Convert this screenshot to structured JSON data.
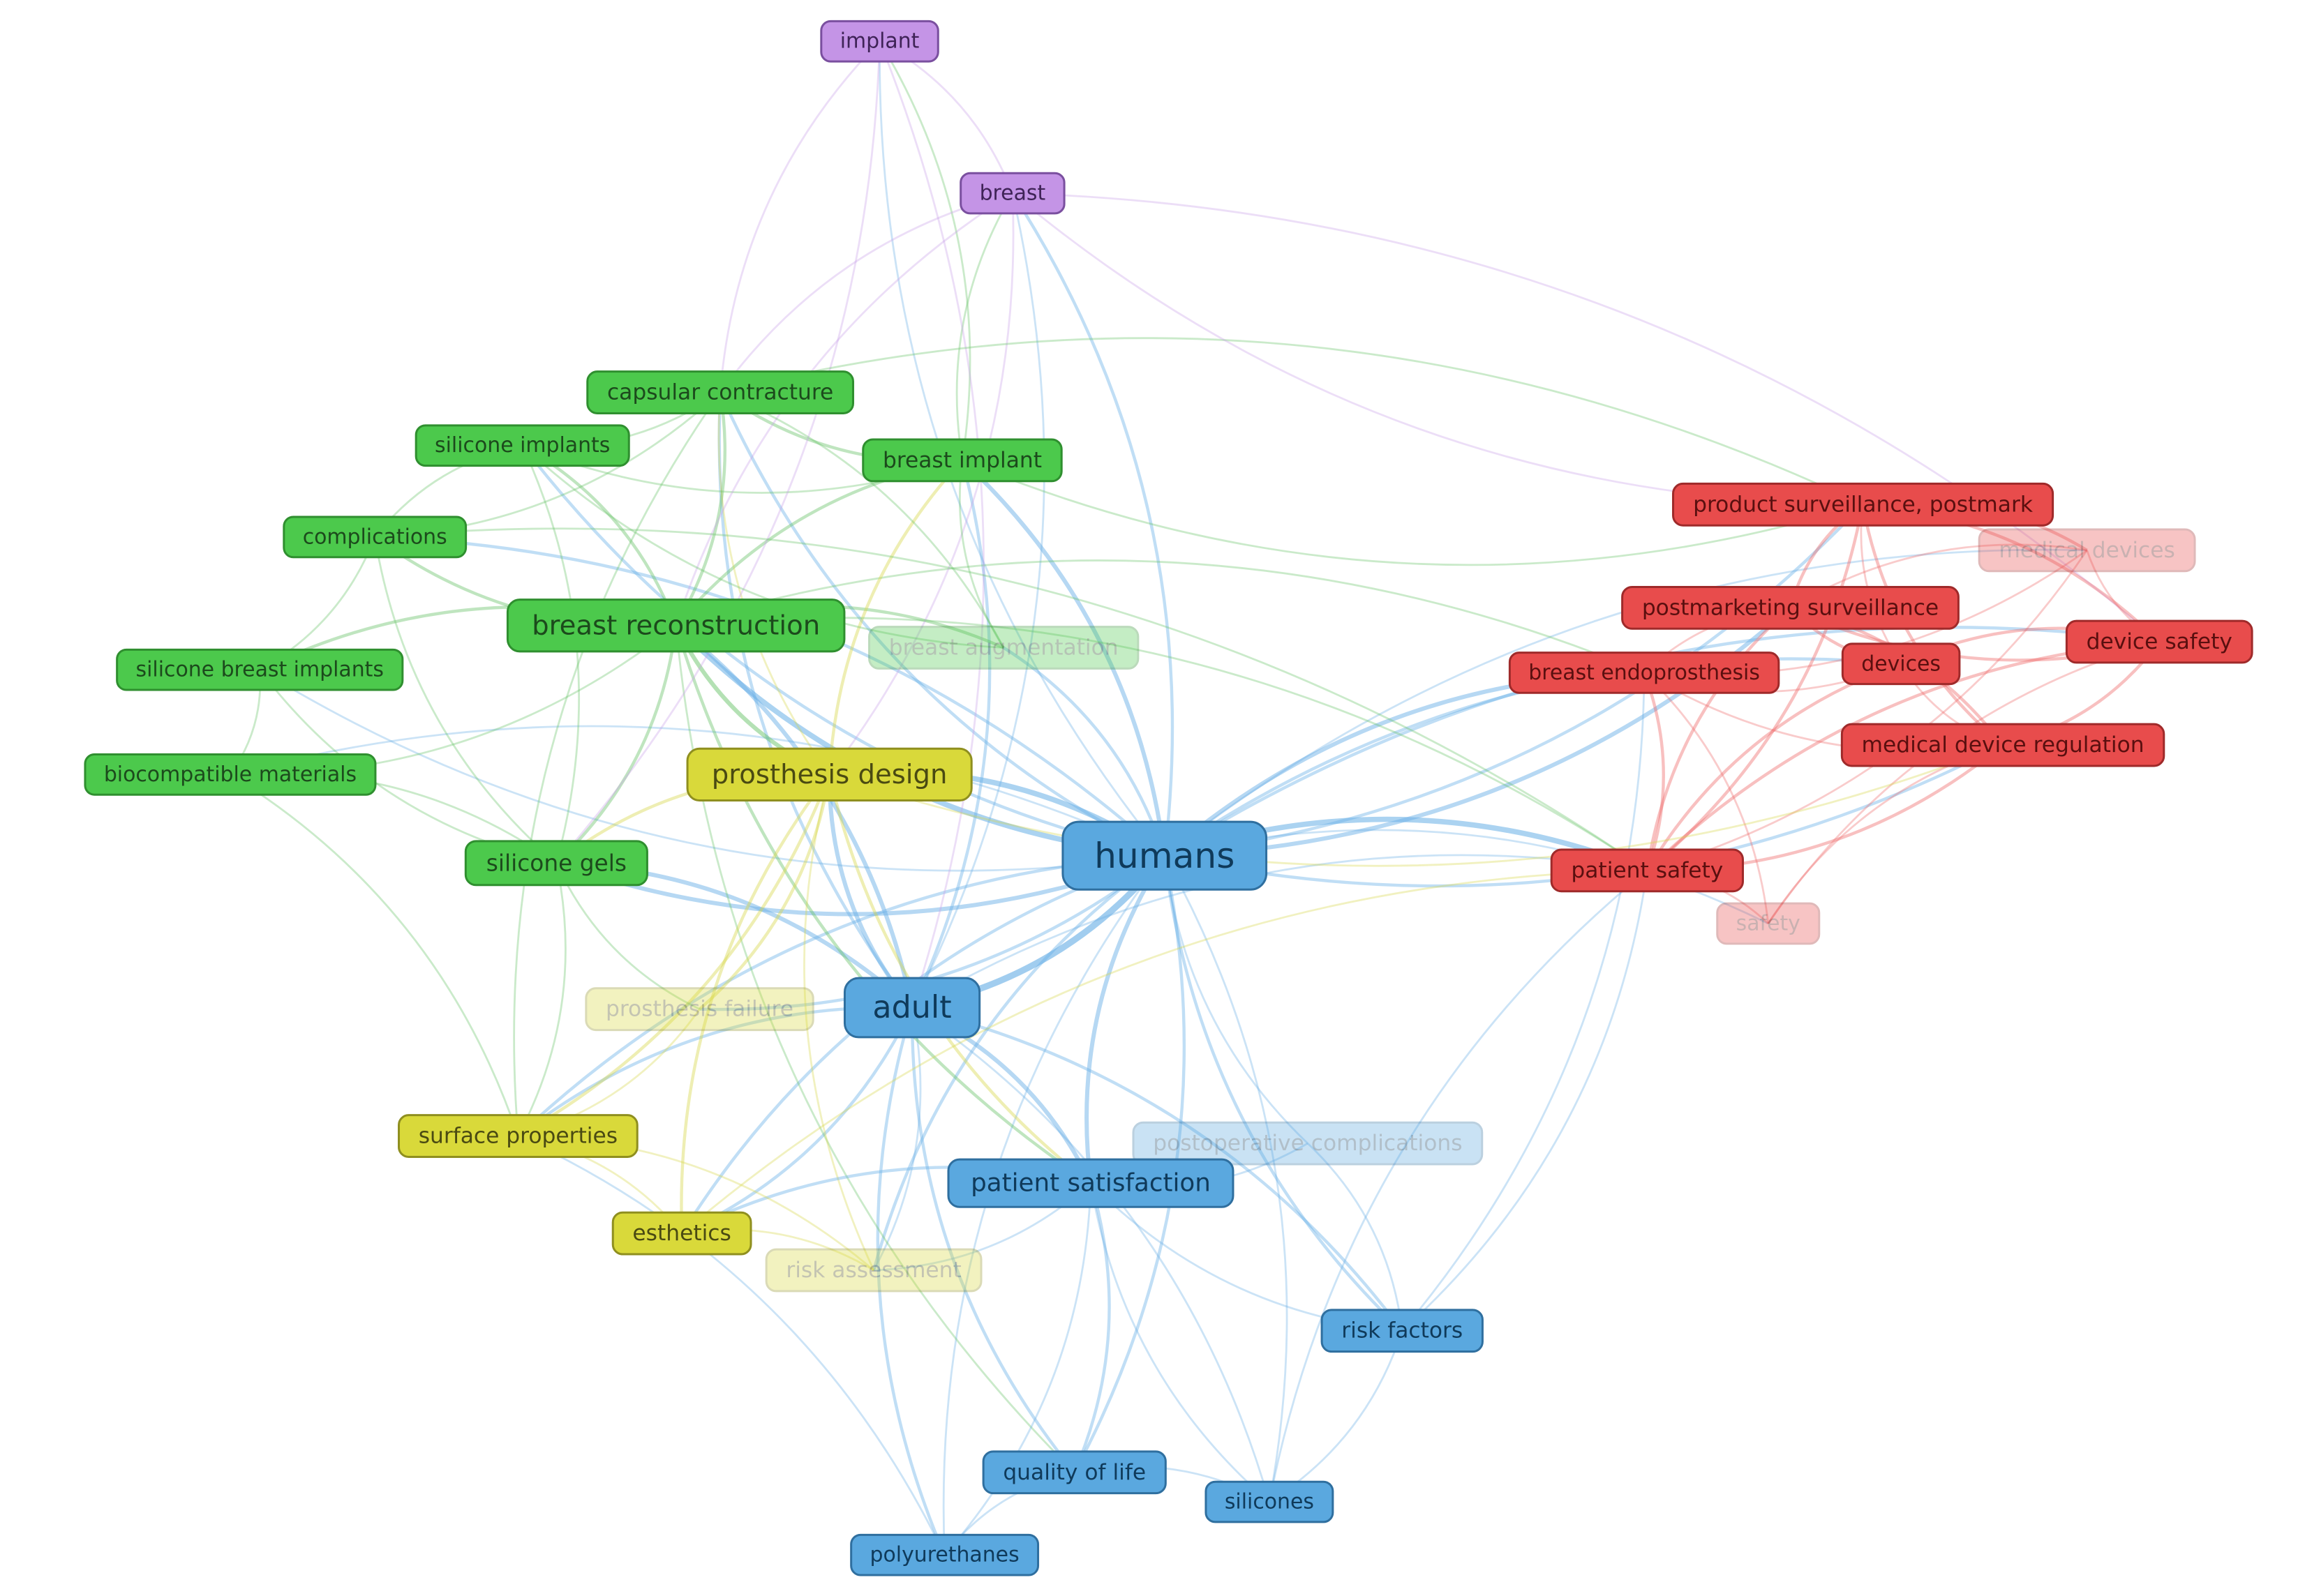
{
  "clusters": {
    "green": {
      "fill": "#4cc94c",
      "stroke": "#2f8f2f",
      "text": "#1c4a1c",
      "edge": "#66c266"
    },
    "yellow": {
      "fill": "#d9d93a",
      "stroke": "#8f8f1f",
      "text": "#4a4a12",
      "edge": "#d6d64a"
    },
    "blue": {
      "fill": "#5aa8df",
      "stroke": "#2f6f9f",
      "text": "#0f3a5a",
      "edge": "#6ab0e6"
    },
    "red": {
      "fill": "#e84c4c",
      "stroke": "#9f2a2a",
      "text": "#5a0f0f",
      "edge": "#ee6a6a"
    },
    "purple": {
      "fill": "#c494e6",
      "stroke": "#7a4f9f",
      "text": "#3f2357",
      "edge": "#c8a0e8"
    }
  },
  "nodes": [
    {
      "id": "implant",
      "label": "implant",
      "cluster": "purple",
      "weight": 0.3
    },
    {
      "id": "breast",
      "label": "breast",
      "cluster": "purple",
      "weight": 0.3
    },
    {
      "id": "capsular-contracture",
      "label": "capsular contracture",
      "cluster": "green",
      "weight": 0.35
    },
    {
      "id": "silicone-implants",
      "label": "silicone implants",
      "cluster": "green",
      "weight": 0.3
    },
    {
      "id": "breast-implant",
      "label": "breast implant",
      "cluster": "green",
      "weight": 0.35
    },
    {
      "id": "complications",
      "label": "complications",
      "cluster": "green",
      "weight": 0.3
    },
    {
      "id": "breast-reconstruction",
      "label": "breast reconstruction",
      "cluster": "green",
      "weight": 0.6
    },
    {
      "id": "breast-augmentation",
      "label": "breast augmentation",
      "cluster": "green",
      "weight": 0.35,
      "faded": true
    },
    {
      "id": "silicone-breast-implants",
      "label": "silicone breast implants",
      "cluster": "green",
      "weight": 0.3
    },
    {
      "id": "biocompatible-materials",
      "label": "biocompatible materials",
      "cluster": "green",
      "weight": 0.3
    },
    {
      "id": "silicone-gels",
      "label": "silicone gels",
      "cluster": "green",
      "weight": 0.4
    },
    {
      "id": "prosthesis-design",
      "label": "prosthesis design",
      "cluster": "yellow",
      "weight": 0.6
    },
    {
      "id": "prosthesis-failure",
      "label": "prosthesis failure",
      "cluster": "yellow",
      "weight": 0.35,
      "faded": true
    },
    {
      "id": "surface-properties",
      "label": "surface properties",
      "cluster": "yellow",
      "weight": 0.35
    },
    {
      "id": "esthetics",
      "label": "esthetics",
      "cluster": "yellow",
      "weight": 0.35
    },
    {
      "id": "risk-assessment",
      "label": "risk assessment",
      "cluster": "yellow",
      "weight": 0.35,
      "faded": true
    },
    {
      "id": "humans",
      "label": "humans",
      "cluster": "blue",
      "weight": 1.0
    },
    {
      "id": "adult",
      "label": "adult",
      "cluster": "blue",
      "weight": 0.8
    },
    {
      "id": "postoperative-complications",
      "label": "postoperative complications",
      "cluster": "blue",
      "weight": 0.35,
      "faded": true
    },
    {
      "id": "patient-satisfaction",
      "label": "patient satisfaction",
      "cluster": "blue",
      "weight": 0.5
    },
    {
      "id": "risk-factors",
      "label": "risk factors",
      "cluster": "blue",
      "weight": 0.35
    },
    {
      "id": "quality-of-life",
      "label": "quality of life",
      "cluster": "blue",
      "weight": 0.35
    },
    {
      "id": "silicones",
      "label": "silicones",
      "cluster": "blue",
      "weight": 0.3
    },
    {
      "id": "polyurethanes",
      "label": "polyurethanes",
      "cluster": "blue",
      "weight": 0.3
    },
    {
      "id": "product-surveillance-postmarketing",
      "label": "product surveillance, postmark",
      "cluster": "red",
      "weight": 0.35
    },
    {
      "id": "medical-devices",
      "label": "medical devices",
      "cluster": "red",
      "weight": 0.35,
      "faded": true
    },
    {
      "id": "postmarketing-surveillance",
      "label": "postmarketing surveillance",
      "cluster": "red",
      "weight": 0.35
    },
    {
      "id": "device-safety",
      "label": "device safety",
      "cluster": "red",
      "weight": 0.35
    },
    {
      "id": "breast-endoprosthesis",
      "label": "breast endoprosthesis",
      "cluster": "red",
      "weight": 0.3
    },
    {
      "id": "devices",
      "label": "devices",
      "cluster": "red",
      "weight": 0.3
    },
    {
      "id": "medical-device-regulation",
      "label": "medical device regulation",
      "cluster": "red",
      "weight": 0.35
    },
    {
      "id": "patient-safety",
      "label": "patient safety",
      "cluster": "red",
      "weight": 0.35
    },
    {
      "id": "safety",
      "label": "safety",
      "cluster": "red",
      "weight": 0.3,
      "faded": true
    }
  ],
  "edges": [
    [
      "humans",
      "adult",
      5
    ],
    [
      "humans",
      "prosthesis-design",
      4
    ],
    [
      "humans",
      "breast-reconstruction",
      4
    ],
    [
      "humans",
      "patient-satisfaction",
      3
    ],
    [
      "humans",
      "silicone-gels",
      3
    ],
    [
      "humans",
      "breast-implant",
      3
    ],
    [
      "humans",
      "patient-safety",
      4
    ],
    [
      "humans",
      "postmarketing-surveillance",
      3
    ],
    [
      "humans",
      "breast-endoprosthesis",
      3
    ],
    [
      "humans",
      "product-surveillance-postmarketing",
      2
    ],
    [
      "humans",
      "devices",
      2
    ],
    [
      "humans",
      "medical-device-regulation",
      2
    ],
    [
      "humans",
      "device-safety",
      2
    ],
    [
      "humans",
      "risk-factors",
      2
    ],
    [
      "humans",
      "quality-of-life",
      2
    ],
    [
      "humans",
      "esthetics",
      2
    ],
    [
      "humans",
      "capsular-contracture",
      2
    ],
    [
      "humans",
      "breast",
      2
    ],
    [
      "humans",
      "implant",
      1
    ],
    [
      "humans",
      "complications",
      2
    ],
    [
      "humans",
      "silicone-implants",
      2
    ],
    [
      "humans",
      "surface-properties",
      2
    ],
    [
      "humans",
      "safety",
      1
    ],
    [
      "humans",
      "polyurethanes",
      1
    ],
    [
      "humans",
      "silicones",
      1
    ],
    [
      "humans",
      "breast-augmentation",
      2
    ],
    [
      "humans",
      "prosthesis-failure",
      2
    ],
    [
      "humans",
      "risk-assessment",
      2
    ],
    [
      "humans",
      "silicone-breast-implants",
      1
    ],
    [
      "humans",
      "biocompatible-materials",
      1
    ],
    [
      "humans",
      "medical-devices",
      1
    ],
    [
      "humans",
      "postoperative-complications",
      1
    ],
    [
      "adult",
      "prosthesis-design",
      3
    ],
    [
      "adult",
      "breast-reconstruction",
      3
    ],
    [
      "adult",
      "patient-satisfaction",
      3
    ],
    [
      "adult",
      "silicone-gels",
      3
    ],
    [
      "adult",
      "esthetics",
      2
    ],
    [
      "adult",
      "quality-of-life",
      2
    ],
    [
      "adult",
      "risk-factors",
      2
    ],
    [
      "adult",
      "polyurethanes",
      2
    ],
    [
      "adult",
      "silicones",
      1
    ],
    [
      "adult",
      "breast-implant",
      2
    ],
    [
      "adult",
      "capsular-contracture",
      2
    ],
    [
      "adult",
      "surface-properties",
      2
    ],
    [
      "adult",
      "patient-safety",
      1
    ],
    [
      "adult",
      "breast",
      1
    ],
    [
      "adult",
      "risk-assessment",
      1
    ],
    [
      "breast-reconstruction",
      "prosthesis-design",
      3
    ],
    [
      "breast-reconstruction",
      "silicone-gels",
      2
    ],
    [
      "breast-reconstruction",
      "capsular-contracture",
      2
    ],
    [
      "breast-reconstruction",
      "breast-implant",
      2
    ],
    [
      "breast-reconstruction",
      "silicone-breast-implants",
      2
    ],
    [
      "breast-reconstruction",
      "complications",
      2
    ],
    [
      "breast-reconstruction",
      "patient-satisfaction",
      2
    ],
    [
      "breast-reconstruction",
      "breast-augmentation",
      2
    ],
    [
      "breast-reconstruction",
      "silicone-implants",
      2
    ],
    [
      "breast-reconstruction",
      "biocompatible-materials",
      1
    ],
    [
      "breast-reconstruction",
      "quality-of-life",
      1
    ],
    [
      "breast-reconstruction",
      "breast-endoprosthesis",
      1
    ],
    [
      "prosthesis-design",
      "silicone-gels",
      2
    ],
    [
      "prosthesis-design",
      "surface-properties",
      2
    ],
    [
      "prosthesis-design",
      "esthetics",
      2
    ],
    [
      "prosthesis-design",
      "prosthesis-failure",
      2
    ],
    [
      "prosthesis-design",
      "risk-assessment",
      1
    ],
    [
      "prosthesis-design",
      "breast-implant",
      2
    ],
    [
      "prosthesis-design",
      "patient-satisfaction",
      2
    ],
    [
      "prosthesis-design",
      "capsular-contracture",
      1
    ],
    [
      "silicone-gels",
      "silicone-implants",
      1
    ],
    [
      "silicone-gels",
      "complications",
      1
    ],
    [
      "silicone-gels",
      "biocompatible-materials",
      1
    ],
    [
      "silicone-gels",
      "surface-properties",
      1
    ],
    [
      "silicone-gels",
      "prosthesis-failure",
      1
    ],
    [
      "capsular-contracture",
      "silicone-implants",
      1
    ],
    [
      "capsular-contracture",
      "breast-implant",
      2
    ],
    [
      "capsular-contracture",
      "complications",
      1
    ],
    [
      "capsular-contracture",
      "surface-properties",
      1
    ],
    [
      "breast-implant",
      "breast",
      1
    ],
    [
      "breast-implant",
      "implant",
      1
    ],
    [
      "breast-implant",
      "silicone-implants",
      1
    ],
    [
      "breast",
      "implant",
      1
    ],
    [
      "breast",
      "prosthesis-design",
      1
    ],
    [
      "breast",
      "breast-reconstruction",
      1
    ],
    [
      "breast",
      "device-safety",
      1
    ],
    [
      "implant",
      "capsular-contracture",
      1
    ],
    [
      "implant",
      "silicone-gels",
      1
    ],
    [
      "breast",
      "capsular-contracture",
      1
    ],
    [
      "implant",
      "adult",
      1
    ],
    [
      "patient-satisfaction",
      "esthetics",
      2
    ],
    [
      "patient-satisfaction",
      "quality-of-life",
      2
    ],
    [
      "patient-satisfaction",
      "risk-factors",
      1
    ],
    [
      "patient-satisfaction",
      "polyurethanes",
      1
    ],
    [
      "patient-satisfaction",
      "silicones",
      1
    ],
    [
      "patient-satisfaction",
      "risk-assessment",
      1
    ],
    [
      "risk-factors",
      "patient-safety",
      1
    ],
    [
      "risk-factors",
      "silicones",
      1
    ],
    [
      "risk-factors",
      "breast-endoprosthesis",
      1
    ],
    [
      "quality-of-life",
      "silicones",
      1
    ],
    [
      "quality-of-life",
      "polyurethanes",
      1
    ],
    [
      "patient-safety",
      "postmarketing-surveillance",
      2
    ],
    [
      "patient-safety",
      "product-surveillance-postmarketing",
      2
    ],
    [
      "patient-safety",
      "device-safety",
      2
    ],
    [
      "patient-safety",
      "medical-device-regulation",
      2
    ],
    [
      "patient-safety",
      "devices",
      2
    ],
    [
      "patient-safety",
      "breast-endoprosthesis",
      2
    ],
    [
      "patient-safety",
      "safety",
      1
    ],
    [
      "patient-safety",
      "medical-devices",
      1
    ],
    [
      "postmarketing-surveillance",
      "product-surveillance-postmarketing",
      2
    ],
    [
      "postmarketing-surveillance",
      "device-safety",
      2
    ],
    [
      "postmarketing-surveillance",
      "medical-device-regulation",
      2
    ],
    [
      "postmarketing-surveillance",
      "devices",
      2
    ],
    [
      "postmarketing-surveillance",
      "medical-devices",
      1
    ],
    [
      "postmarketing-surveillance",
      "breast-endoprosthesis",
      1
    ],
    [
      "product-surveillance-postmarketing",
      "device-safety",
      2
    ],
    [
      "product-surveillance-postmarketing",
      "medical-device-regulation",
      2
    ],
    [
      "product-surveillance-postmarketing",
      "medical-devices",
      2
    ],
    [
      "product-surveillance-postmarketing",
      "devices",
      1
    ],
    [
      "device-safety",
      "medical-device-regulation",
      2
    ],
    [
      "device-safety",
      "devices",
      2
    ],
    [
      "device-safety",
      "medical-devices",
      1
    ],
    [
      "device-safety",
      "safety",
      1
    ],
    [
      "medical-device-regulation",
      "devices",
      1
    ],
    [
      "medical-device-regulation",
      "safety",
      1
    ],
    [
      "medical-device-regulation",
      "breast-endoprosthesis",
      1
    ],
    [
      "breast-endoprosthesis",
      "devices",
      1
    ],
    [
      "breast-endoprosthesis",
      "safety",
      1
    ],
    [
      "breast-endoprosthesis",
      "medical-devices",
      1
    ],
    [
      "breast-reconstruction",
      "patient-safety",
      1
    ],
    [
      "breast-implant",
      "product-surveillance-postmarketing",
      1
    ],
    [
      "capsular-contracture",
      "product-surveillance-postmarketing",
      1
    ],
    [
      "prosthesis-design",
      "medical-device-regulation",
      1
    ],
    [
      "esthetics",
      "patient-safety",
      1
    ],
    [
      "esthetics",
      "surface-properties",
      1
    ],
    [
      "esthetics",
      "risk-assessment",
      1
    ],
    [
      "surface-properties",
      "prosthesis-failure",
      1
    ],
    [
      "surface-properties",
      "risk-assessment",
      1
    ],
    [
      "silicone-breast-implants",
      "silicone-gels",
      1
    ],
    [
      "silicone-breast-implants",
      "biocompatible-materials",
      1
    ],
    [
      "silicone-breast-implants",
      "complications",
      1
    ],
    [
      "complications",
      "silicone-implants",
      1
    ],
    [
      "silicone-implants",
      "breast-augmentation",
      1
    ],
    [
      "capsular-contracture",
      "breast-augmentation",
      1
    ],
    [
      "breast-implant",
      "breast-augmentation",
      1
    ],
    [
      "biocompatible-materials",
      "surface-properties",
      1
    ],
    [
      "polyurethanes",
      "surface-properties",
      1
    ],
    [
      "silicones",
      "patient-safety",
      1
    ],
    [
      "risk-factors",
      "postoperative-complications",
      1
    ],
    [
      "postoperative-complications",
      "patient-satisfaction",
      1
    ],
    [
      "breast",
      "product-surveillance-postmarketing",
      1
    ],
    [
      "complications",
      "patient-safety",
      1
    ]
  ]
}
